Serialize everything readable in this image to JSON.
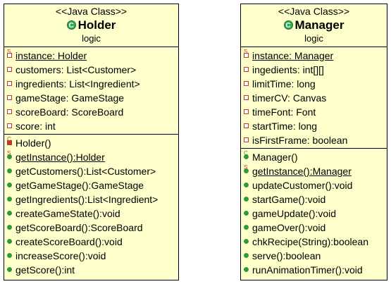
{
  "holder": {
    "stereotype": "<<Java Class>>",
    "name": "Holder",
    "package": "logic",
    "attributes": [
      {
        "text": "instance: Holder"
      },
      {
        "text": "customers: List<Customer>"
      },
      {
        "text": "ingredients: List<Ingredient>"
      },
      {
        "text": "gameStage: GameStage"
      },
      {
        "text": "scoreBoard: ScoreBoard"
      },
      {
        "text": "score: int"
      }
    ],
    "operations": [
      {
        "text": "Holder()"
      },
      {
        "text": "getInstance():Holder"
      },
      {
        "text": "getCustomers():List<Customer>"
      },
      {
        "text": "getGameStage():GameStage"
      },
      {
        "text": "getIngredients():List<Ingredient>"
      },
      {
        "text": "createGameState():void"
      },
      {
        "text": "getScoreBoard():ScoreBoard"
      },
      {
        "text": "createScoreBoard():void"
      },
      {
        "text": "increaseScore():void"
      },
      {
        "text": "getScore():int"
      }
    ]
  },
  "manager": {
    "stereotype": "<<Java Class>>",
    "name": "Manager",
    "package": "logic",
    "attributes": [
      {
        "text": "instance: Manager"
      },
      {
        "text": "ingedients: int[][]"
      },
      {
        "text": "limitTime: long"
      },
      {
        "text": "timerCV: Canvas"
      },
      {
        "text": "timeFont: Font"
      },
      {
        "text": "startTime: long"
      },
      {
        "text": "isFirstFrame: boolean"
      }
    ],
    "operations": [
      {
        "text": "Manager()"
      },
      {
        "text": "getInstance():Manager"
      },
      {
        "text": "updateCustomer():void"
      },
      {
        "text": "startGame():void"
      },
      {
        "text": "gameUpdate():void"
      },
      {
        "text": "gameOver():void"
      },
      {
        "text": "chkRecipe(String):boolean"
      },
      {
        "text": "serve():boolean"
      },
      {
        "text": "runAnimationTimer():void"
      }
    ]
  },
  "icons": {
    "class": "class-icon",
    "static_attr": "private-static-field-icon",
    "attr": "private-field-icon",
    "ctor_private": "private-constructor-icon",
    "ctor_public": "public-constructor-icon",
    "static_method": "public-static-method-icon",
    "method": "public-method-icon"
  }
}
